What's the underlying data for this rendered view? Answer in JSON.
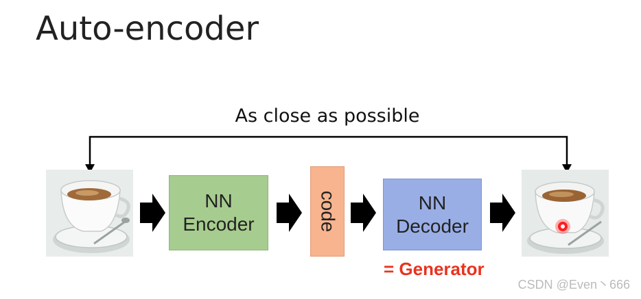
{
  "title": "Auto-encoder",
  "caption": "As close as possible",
  "encoder": {
    "line1": "NN",
    "line2": "Encoder"
  },
  "code": {
    "label": "code"
  },
  "decoder": {
    "line1": "NN",
    "line2": "Decoder"
  },
  "generator_label": "= Generator",
  "watermark": "CSDN @Even丶666",
  "colors": {
    "encoder_fill": "#a7cc8f",
    "code_fill": "#f7b48e",
    "decoder_fill": "#9aaee6",
    "generator_text": "#e8331f",
    "arrow": "#000000"
  },
  "icons": {
    "input": "coffee-cup-image",
    "output": "reconstructed-coffee-cup-image"
  }
}
